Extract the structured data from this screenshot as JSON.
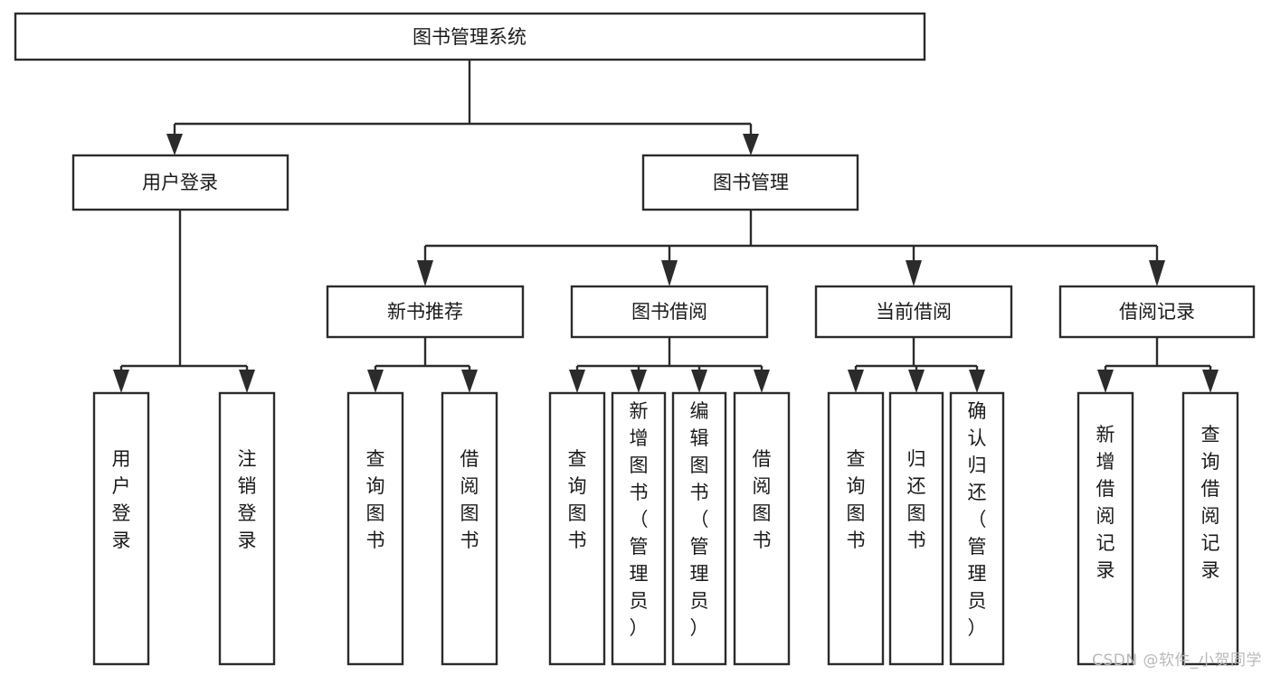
{
  "diagram": {
    "type": "tree",
    "title": "图书管理系统",
    "watermark": "CSDN @软件_小贺同学",
    "nodes": {
      "root": {
        "label": "图书管理系统",
        "level": 0
      },
      "l1_a": {
        "label": "用户登录",
        "level": 1
      },
      "l1_b": {
        "label": "图书管理",
        "level": 1
      },
      "l2_a": {
        "label": "新书推荐",
        "level": 2
      },
      "l2_b": {
        "label": "图书借阅",
        "level": 2
      },
      "l2_c": {
        "label": "当前借阅",
        "level": 2
      },
      "l2_d": {
        "label": "借阅记录",
        "level": 2
      },
      "leaf_1": {
        "label": "用户登录",
        "level": 3
      },
      "leaf_2": {
        "label": "注销登录",
        "level": 3
      },
      "leaf_3": {
        "label": "查询图书",
        "level": 3
      },
      "leaf_4": {
        "label": "借阅图书",
        "level": 3
      },
      "leaf_5": {
        "label": "查询图书",
        "level": 3
      },
      "leaf_6": {
        "label": "新增图书（管理员）",
        "level": 3
      },
      "leaf_7": {
        "label": "编辑图书（管理员）",
        "level": 3
      },
      "leaf_8": {
        "label": "借阅图书",
        "level": 3
      },
      "leaf_9": {
        "label": "查询图书",
        "level": 3
      },
      "leaf_10": {
        "label": "归还图书",
        "level": 3
      },
      "leaf_11": {
        "label": "确认归还（管理员）",
        "level": 3
      },
      "leaf_12": {
        "label": "新增借阅记录",
        "level": 3
      },
      "leaf_13": {
        "label": "查询借阅记录",
        "level": 3
      }
    },
    "edges": [
      {
        "from": "root",
        "to": "l1_a"
      },
      {
        "from": "root",
        "to": "l1_b"
      },
      {
        "from": "l1_a",
        "to": "leaf_1"
      },
      {
        "from": "l1_a",
        "to": "leaf_2"
      },
      {
        "from": "l1_b",
        "to": "l2_a"
      },
      {
        "from": "l1_b",
        "to": "l2_b"
      },
      {
        "from": "l1_b",
        "to": "l2_c"
      },
      {
        "from": "l1_b",
        "to": "l2_d"
      },
      {
        "from": "l2_a",
        "to": "leaf_3"
      },
      {
        "from": "l2_a",
        "to": "leaf_4"
      },
      {
        "from": "l2_b",
        "to": "leaf_5"
      },
      {
        "from": "l2_b",
        "to": "leaf_6"
      },
      {
        "from": "l2_b",
        "to": "leaf_7"
      },
      {
        "from": "l2_b",
        "to": "leaf_8"
      },
      {
        "from": "l2_c",
        "to": "leaf_9"
      },
      {
        "from": "l2_c",
        "to": "leaf_10"
      },
      {
        "from": "l2_c",
        "to": "leaf_11"
      },
      {
        "from": "l2_d",
        "to": "leaf_12"
      },
      {
        "from": "l2_d",
        "to": "leaf_13"
      }
    ],
    "colors": {
      "stroke": "#2b2b2b",
      "fill": "#ffffff",
      "text": "#1a1a1a",
      "watermark": "#b9b9b9"
    }
  }
}
